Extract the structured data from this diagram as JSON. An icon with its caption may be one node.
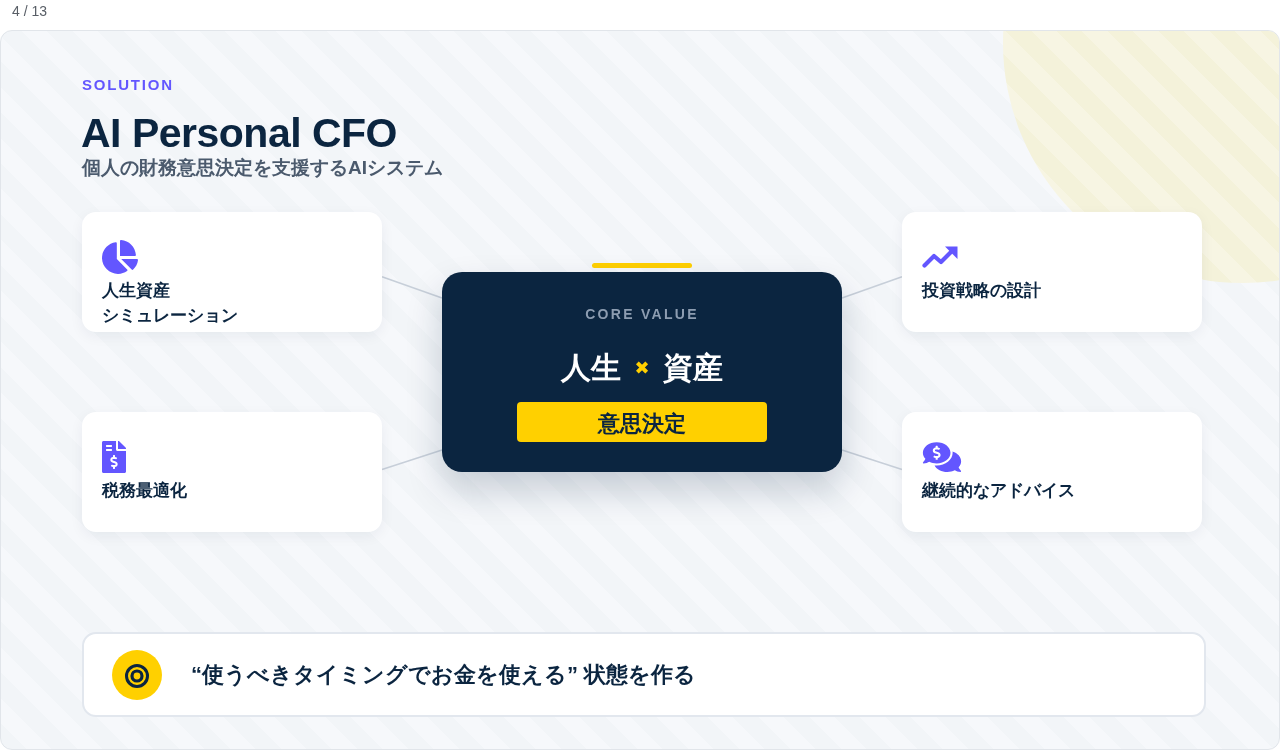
{
  "diagram": {
    "title": "AI Personal CFO",
    "nodes": [
      {
        "text": [
          "人生資産シミュレーション"
        ]
      },
      {
        "text": [
          "CORE VALUE",
          "人生",
          "✖",
          "資産"
        ]
      },
      {
        "text": [
          "意思決定"
        ],
        "in": 1
      },
      {
        "text": [
          "投資戦略の設計"
        ]
      },
      {
        "text": [
          "税務最適化"
        ]
      },
      {
        "text": [
          "継続的なアドバイス"
        ]
      },
      {
        "text": [
          "“使うべきタイミングでお金を使える” 状態を作る"
        ]
      }
    ],
    "edges": [
      {
        "from": 0,
        "to": 1,
        "arrow": "none"
      },
      {
        "from": 3,
        "to": 1,
        "arrow": "none"
      },
      {
        "from": 4,
        "to": 1,
        "arrow": "none"
      },
      {
        "from": 5,
        "to": 1,
        "arrow": "none"
      }
    ],
    "labels": [
      "4 / 13",
      "SOLUTION",
      "個人の財務意思決定を支援するAIシステム"
    ]
  }
}
